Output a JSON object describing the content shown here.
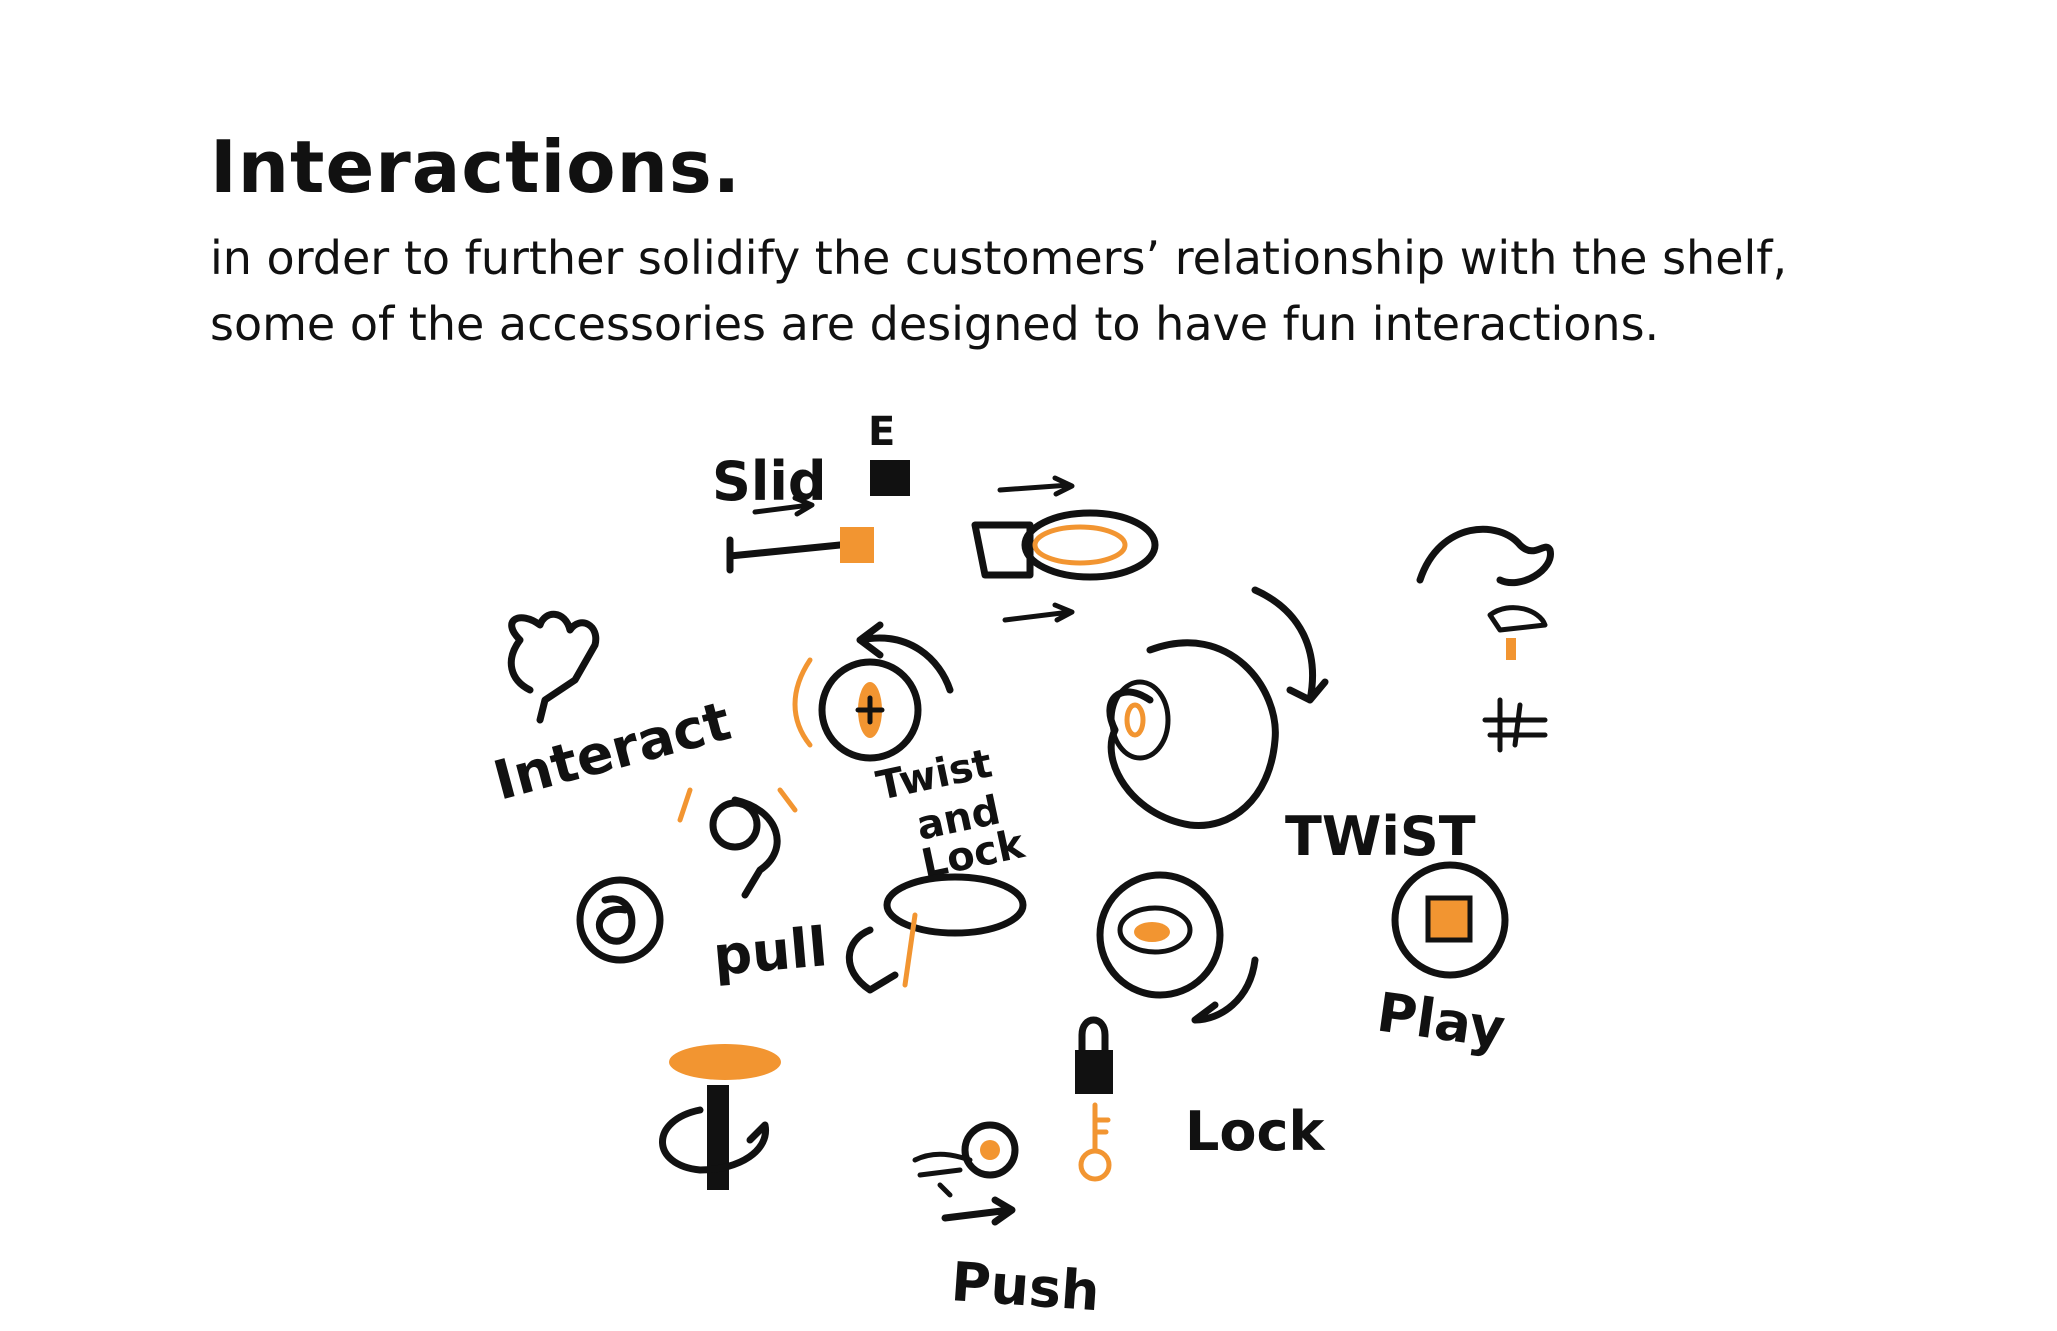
{
  "title": "Interactions.",
  "body": "in order to further solidify the customers’ relationship with the shelf, some of the accessories are designed to have fun interactions.",
  "labels": {
    "slide": "Slid",
    "slide_e": "E",
    "interact": "Interact",
    "twist_and_lock_1": "Twist",
    "twist_and_lock_2": "and",
    "twist_and_lock_3": "Lock",
    "twist": "TWiST",
    "pull": "pull",
    "play": "Play",
    "lock": "Lock",
    "push": "Push"
  },
  "colors": {
    "ink": "#111111",
    "accent_orange": "#f29531"
  }
}
